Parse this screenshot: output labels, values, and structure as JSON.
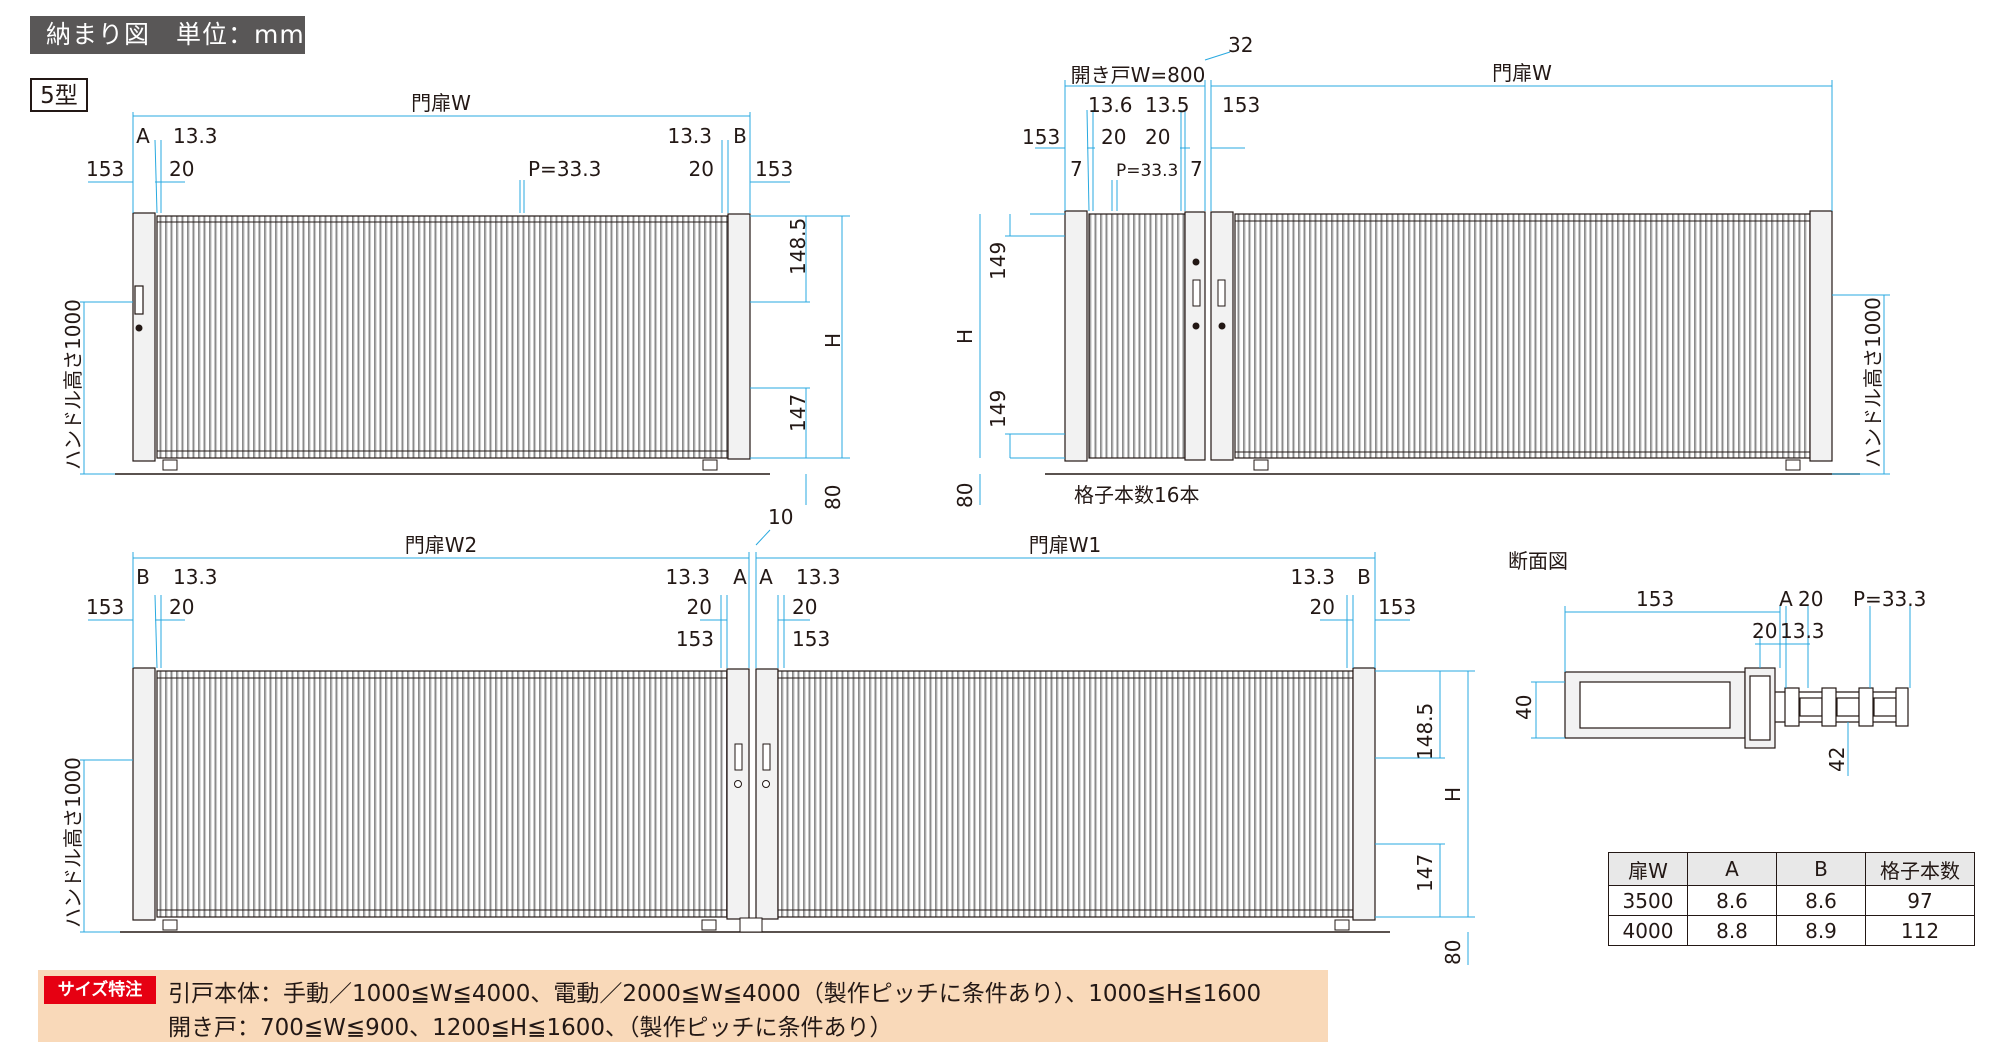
{
  "header": {
    "title": "納まり図　単位：mm"
  },
  "type_label": "5型",
  "colors": {
    "dim": "#29a9e0",
    "frame": "#231815",
    "post": "#f2f2f2",
    "badge": "#e60012",
    "spec_bg": "#f9d9b9"
  },
  "fig1": {
    "width": "門扉W",
    "a": "A",
    "b": "B",
    "d153_left": "153",
    "d13_3_left": "13.3",
    "d20_left": "20",
    "pitch": "P=33.3",
    "d13_3_right": "13.3",
    "d20_right": "20",
    "d153_right": "153",
    "top": "148.5",
    "bottom": "147",
    "height": "H",
    "base": "80",
    "handle": "ハンドル高さ1000"
  },
  "fig2": {
    "door_w": "開き戸W=800",
    "d32": "32",
    "width": "門扉W",
    "d153_left": "153",
    "d13_6": "13.6",
    "d20_left": "20",
    "d13_5": "13.5",
    "d20_right": "20",
    "d153_right": "153",
    "d7_left": "7",
    "pitch": "P=33.3",
    "d7_right": "7",
    "top": "149",
    "bottom": "149",
    "height": "H",
    "base": "80",
    "bars": "格子本数16本",
    "handle": "ハンドル高さ1000"
  },
  "fig3": {
    "w2": "門扉W2",
    "w1": "門扉W1",
    "d10": "10",
    "b_left": "B",
    "d13_3_1": "13.3",
    "d153_1": "153",
    "d20_1": "20",
    "d13_3_2": "13.3",
    "a_1": "A",
    "d20_2": "20",
    "d153_2": "153",
    "a_2": "A",
    "d13_3_3": "13.3",
    "d20_3": "20",
    "d153_3": "153",
    "d13_3_4": "13.3",
    "b_right": "B",
    "d20_4": "20",
    "d153_4": "153",
    "top": "148.5",
    "bottom": "147",
    "height": "H",
    "base": "80",
    "handle": "ハンドル高さ1000"
  },
  "section": {
    "title": "断面図",
    "d153": "153",
    "a": "A",
    "d20_top": "20",
    "pitch": "P=33.3",
    "d20": "20",
    "d13_3": "13.3",
    "d40": "40",
    "d42": "42"
  },
  "table": {
    "headers": [
      "扉W",
      "A",
      "B",
      "格子本数"
    ],
    "rows": [
      [
        "3500",
        "8.6",
        "8.6",
        "97"
      ],
      [
        "4000",
        "8.8",
        "8.9",
        "112"
      ]
    ]
  },
  "spec": {
    "badge": "サイズ特注",
    "line1": "引戸本体：手動／1000≦W≦4000、電動／2000≦W≦4000（製作ピッチに条件あり）、1000≦H≦1600",
    "line2": "開き戸：700≦W≦900、1200≦H≦1600、（製作ピッチに条件あり）"
  }
}
